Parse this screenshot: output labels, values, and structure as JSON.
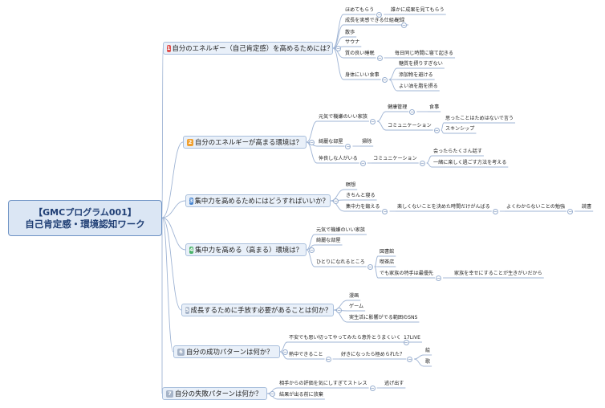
{
  "root": {
    "line1": "【GMCプログラム001】",
    "line2": "自己肯定感・環境認知ワーク"
  },
  "branches": [
    {
      "num": "1",
      "color": "#e0504d",
      "label": "自分のエネルギー（自己肯定感）を高めるためには？"
    },
    {
      "num": "2",
      "color": "#f0a030",
      "label": "自分のエネルギーが高まる環境は？"
    },
    {
      "num": "3",
      "color": "#4a86d0",
      "label": "集中力を高めるためにはどうすればいいか？"
    },
    {
      "num": "4",
      "color": "#4bb36a",
      "label": "集中力を高める（高まる）環境は？"
    },
    {
      "num": "5",
      "color": "#a6b4c8",
      "label": "成長するために手放す必要があることは何か？"
    },
    {
      "num": "6",
      "color": "#a6b4c8",
      "label": "自分の成功パターンは何か？"
    },
    {
      "num": "7",
      "color": "#a6b4c8",
      "label": "自分の失敗パターンは何か？"
    }
  ],
  "leaves": {
    "b1": [
      "ほめてもらう",
      "誰かに成果を見てもらう",
      "成長を実感できる仕組み",
      "記録",
      "散歩",
      "サウナ",
      "質の良い睡眠",
      "毎日同じ時間に寝て起きる",
      "身体にいい食事",
      "糖質を摂りすぎない",
      "添加物を避ける",
      "よい油を脂を摂る"
    ],
    "b2": [
      "元気で機嫌のいい家族",
      "綺麗な部屋",
      "掃除",
      "仲良しな人がいる",
      "健康管理",
      "食事",
      "コミュニケーション",
      "思ったことはためはないで言う",
      "スキンシップ",
      "コミュニケーション",
      "会ったらたくさん話す",
      "一緒に楽しく過ごす方法を考える"
    ],
    "b3": [
      "瞑想",
      "きちんと寝る",
      "集中力を鍛える",
      "楽しくないことを決めた時間だけがんばる",
      "よくわからないことの勉強",
      "読書"
    ],
    "b4": [
      "元気で機嫌のいい家族",
      "綺麗な部屋",
      "ひとりになれるところ",
      "図書館",
      "喫茶店",
      "でも家族の特手は最優先",
      "家族を幸せにすることが生きがいだから"
    ],
    "b5": [
      "漫画",
      "ゲーム",
      "実生活に影響がでる範囲のSNS"
    ],
    "b6": [
      "不安でも思い切ってやってみたら意外とうまくいく",
      "17LIVE",
      "熱中できること",
      "好きになったら極められた？",
      "絵",
      "歌"
    ],
    "b7": [
      "相手からの評価を気にしすぎてストレス",
      "逃げ出す",
      "結果が出る前に放棄"
    ]
  }
}
